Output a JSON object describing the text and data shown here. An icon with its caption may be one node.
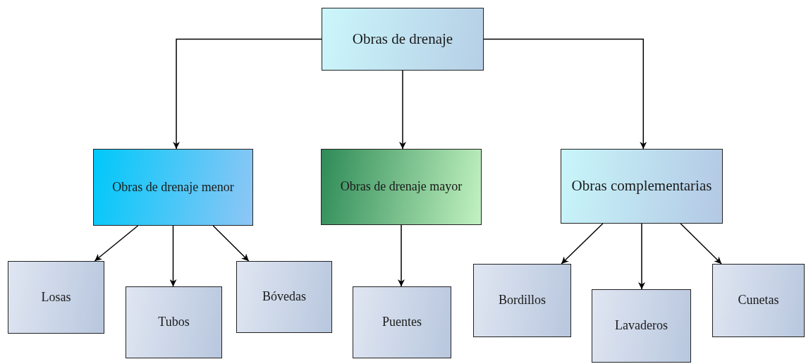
{
  "diagram": {
    "nodes": [
      {
        "text": [
          "Obras de drenaje"
        ]
      },
      {
        "text": [
          "Obras de drenaje menor"
        ]
      },
      {
        "text": [
          "Obras de drenaje mayor"
        ]
      },
      {
        "text": [
          "Obras complementarias"
        ]
      },
      {
        "text": [
          "Losas"
        ]
      },
      {
        "text": [
          "Tubos"
        ]
      },
      {
        "text": [
          "Bóvedas"
        ]
      },
      {
        "text": [
          "Puentes"
        ]
      },
      {
        "text": [
          "Bordillos"
        ]
      },
      {
        "text": [
          "Lavaderos"
        ]
      },
      {
        "text": [
          "Cunetas"
        ]
      }
    ],
    "edges": [
      {
        "from": 0,
        "to": 1,
        "arrow": "to"
      },
      {
        "from": 0,
        "to": 2,
        "arrow": "to"
      },
      {
        "from": 0,
        "to": 3,
        "arrow": "to"
      },
      {
        "from": 1,
        "to": 4,
        "arrow": "to"
      },
      {
        "from": 1,
        "to": 5,
        "arrow": "to"
      },
      {
        "from": 1,
        "to": 6,
        "arrow": "to"
      },
      {
        "from": 2,
        "to": 7,
        "arrow": "to"
      },
      {
        "from": 3,
        "to": 8,
        "arrow": "to"
      },
      {
        "from": 3,
        "to": 9,
        "arrow": "to"
      },
      {
        "from": 3,
        "to": 10,
        "arrow": "to"
      }
    ]
  }
}
